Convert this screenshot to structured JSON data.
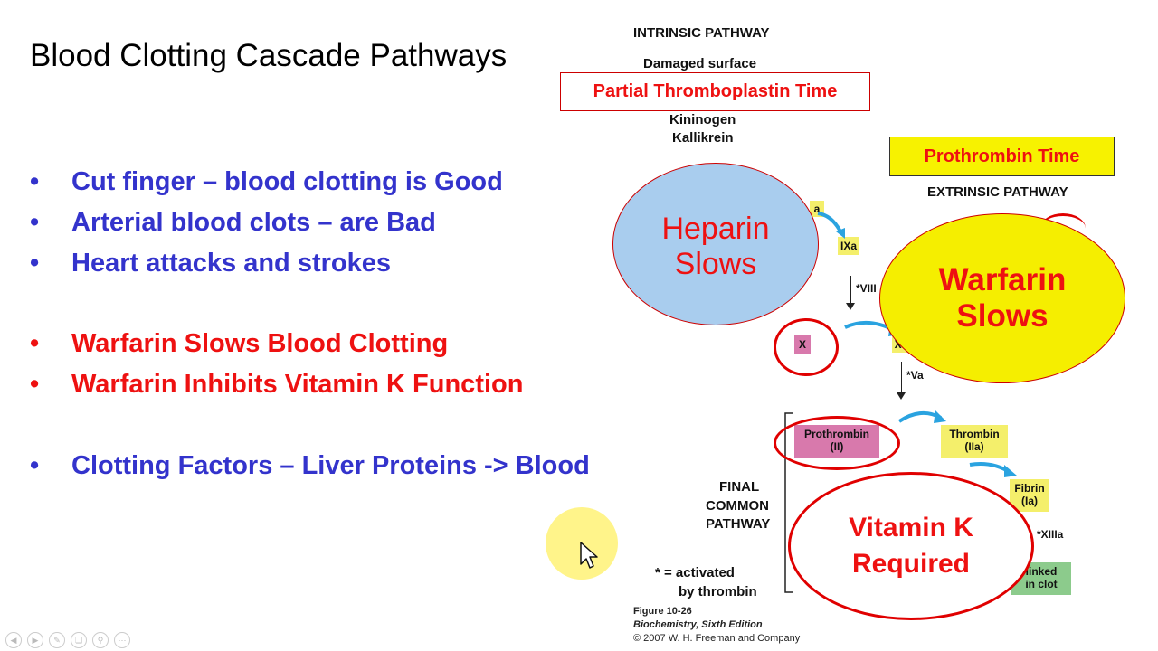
{
  "slide": {
    "title": "Blood Clotting Cascade Pathways",
    "bullets_blue": [
      "Cut finger – blood clotting is Good",
      "Arterial blood clots – are Bad",
      "Heart attacks and strokes"
    ],
    "bullets_red": [
      "Warfarin Slows Blood Clotting",
      "Warfarin Inhibits Vitamin K Function"
    ],
    "bullets_blue2": [
      "Clotting Factors – Liver Proteins -> Blood"
    ],
    "bullet_glyph": "•"
  },
  "diagram": {
    "intrinsic_title": "INTRINSIC PATHWAY",
    "damaged_surface": "Damaged surface",
    "ptt_box": "Partial Thromboplastin Time",
    "kininogen": "Kininogen",
    "kallikrein": "Kallikrein",
    "pt_box": "Prothrombin Time",
    "extrinsic_title": "EXTRINSIC PATHWAY",
    "heparin_line1": "Heparin",
    "heparin_line2": "Slows",
    "warfarin_line1": "Warfarin",
    "warfarin_line2": "Slows",
    "vitk_line1": "Vitamin K",
    "vitk_line2": "Required",
    "factor_a_partial": "a",
    "factor_ixa": "IXa",
    "factor_viii": "*VIII",
    "factor_x": "X",
    "factor_xa": "Xa",
    "factor_va": "*Va",
    "prothrombin": "Prothrombin",
    "prothrombin_num": "(II)",
    "thrombin": "Thrombin",
    "thrombin_num": "(IIa)",
    "fibrin": "Fibrin",
    "fibrin_num": "(Ia)",
    "factor_xiiia": "*XIIIa",
    "crosslinked_1": "linked",
    "crosslinked_2": "in clot",
    "final_1": "FINAL",
    "final_2": "COMMON",
    "final_3": "PATHWAY",
    "activated_1": "* = activated",
    "activated_2": "by thrombin",
    "fig_label": "Figure 10-26",
    "fig_book": "Biochemistry, Sixth Edition",
    "fig_copy": "© 2007 W. H. Freeman and Company"
  },
  "colors": {
    "blue_text": "#3333cc",
    "red_text": "#ee1111",
    "heparin_fill": "#a9cdee",
    "warfarin_fill": "#f5ee00",
    "cursor_highlight": "#fff48a"
  },
  "controls": [
    "prev-icon",
    "next-icon",
    "pen-icon",
    "copy-icon",
    "zoom-icon",
    "more-icon"
  ]
}
